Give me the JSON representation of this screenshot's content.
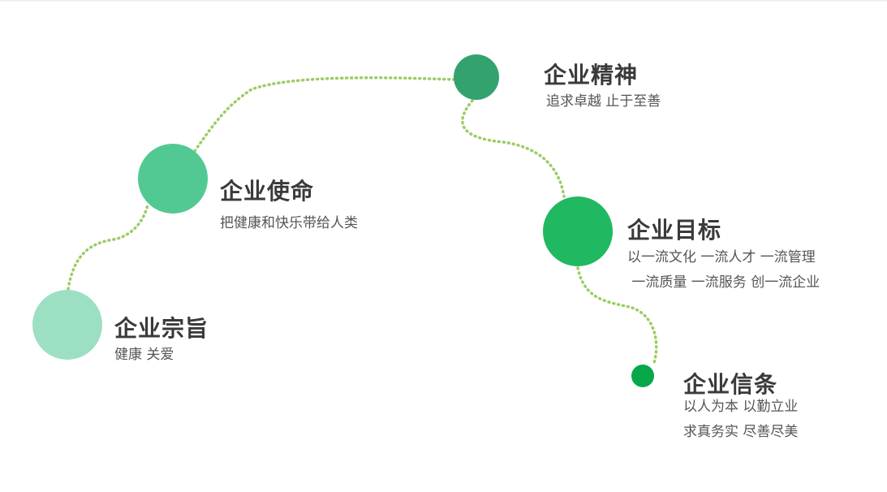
{
  "colors": {
    "path": "#9ccc65",
    "c1": "#9ddfc3",
    "c2": "#52c993",
    "c3": "#34a26f",
    "c4": "#21b862",
    "c5": "#06a84a"
  },
  "items": [
    {
      "title": "企业宗旨",
      "lines": [
        "健康 关爱"
      ]
    },
    {
      "title": "企业使命",
      "lines": [
        "把健康和快乐带给人类"
      ]
    },
    {
      "title": "企业精神",
      "lines": [
        "追求卓越 止于至善"
      ]
    },
    {
      "title": "企业目标",
      "lines": [
        "以一流文化 一流人才 一流管理",
        " 一流质量 一流服务 创一流企业"
      ]
    },
    {
      "title": "企业信条",
      "lines": [
        "以人为本 以勤立业",
        "求真务实 尽善尽美"
      ]
    }
  ]
}
